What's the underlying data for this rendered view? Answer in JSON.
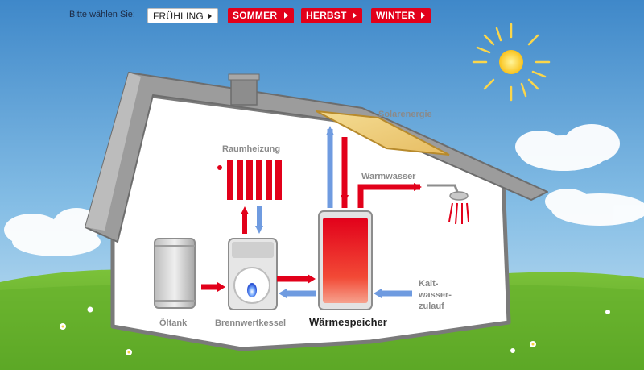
{
  "nav": {
    "prompt": "Bitte wählen Sie:",
    "seasons": [
      {
        "label": "FRÜHLING",
        "active": true
      },
      {
        "label": "SOMMER",
        "active": false
      },
      {
        "label": "HERBST",
        "active": false
      },
      {
        "label": "WINTER",
        "active": false
      }
    ]
  },
  "labels": {
    "solar": "Solarenergie",
    "heating": "Raumheizung",
    "hot_water": "Warmwasser",
    "oil_tank": "Öltank",
    "boiler": "Brennwertkessel",
    "storage": "Wärmespeicher",
    "cold_water_1": "Kalt-",
    "cold_water_2": "wasser-",
    "cold_water_3": "zulauf"
  },
  "colors": {
    "accent_red": "#e2001a",
    "flow_hot": "#e2001a",
    "flow_cold": "#6f9be0"
  }
}
